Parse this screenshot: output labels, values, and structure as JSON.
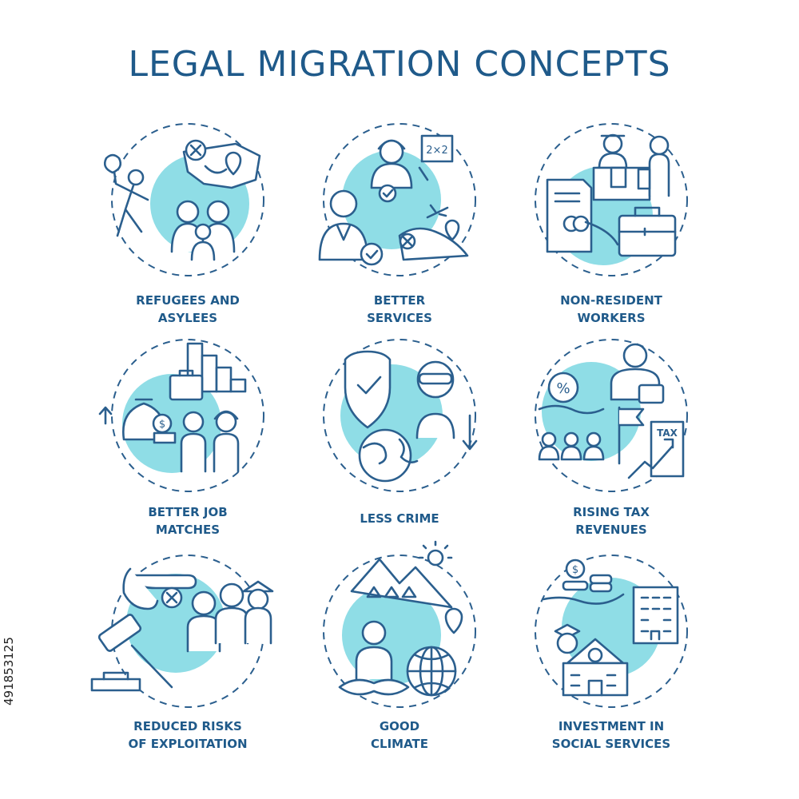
{
  "title": "LEGAL MIGRATION CONCEPTS",
  "stock_id": "491853125",
  "colors": {
    "accent": "#8fdde6",
    "stroke": "#2b5f8e",
    "title": "#1f5a8a"
  },
  "concepts": [
    {
      "lines": [
        "REFUGEES AND",
        "ASYLEES"
      ],
      "icon": "refugees-icon"
    },
    {
      "lines": [
        "BETTER",
        "SERVICES"
      ],
      "icon": "services-icon"
    },
    {
      "lines": [
        "NON-RESIDENT",
        "WORKERS"
      ],
      "icon": "workers-icon"
    },
    {
      "lines": [
        "BETTER JOB",
        "MATCHES"
      ],
      "icon": "job-matches-icon"
    },
    {
      "lines": [
        "LESS CRIME"
      ],
      "icon": "less-crime-icon"
    },
    {
      "lines": [
        "RISING TAX",
        "REVENUES"
      ],
      "icon": "tax-revenues-icon"
    },
    {
      "lines": [
        "REDUCED RISKS",
        "OF EXPLOITATION"
      ],
      "icon": "exploitation-icon"
    },
    {
      "lines": [
        "GOOD",
        "CLIMATE"
      ],
      "icon": "climate-icon"
    },
    {
      "lines": [
        "INVESTMENT IN",
        "SOCIAL SERVICES"
      ],
      "icon": "social-investment-icon"
    }
  ],
  "tax_text": "TAX",
  "math_text": "2×2",
  "percent_text": "%",
  "dollar_text": "$"
}
